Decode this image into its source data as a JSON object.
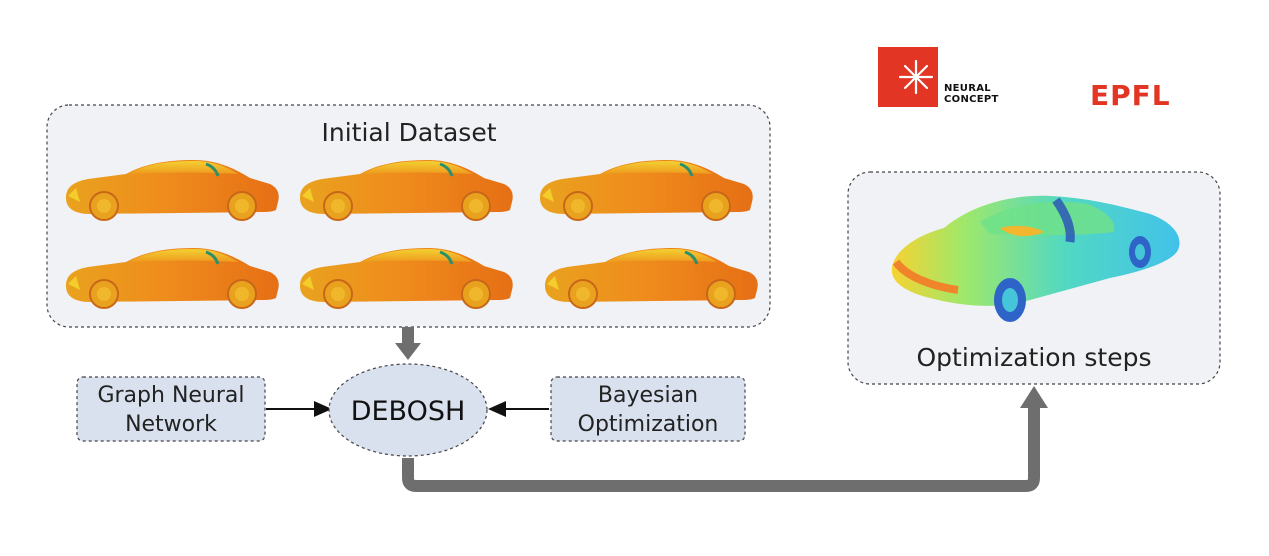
{
  "logos": {
    "neural_concept": "NEURAL\nCONCEPT",
    "epfl": "EPFL"
  },
  "initial_dataset": {
    "title": "Initial Dataset",
    "car_count": 6,
    "car_colors": "orange-yellow"
  },
  "left_input": {
    "label_line1": "Graph Neural",
    "label_line2": "Network"
  },
  "center_node": {
    "label": "DEBOSH"
  },
  "right_input": {
    "label_line1": "Bayesian",
    "label_line2": "Optimization"
  },
  "optimization_panel": {
    "title": "Optimization steps"
  },
  "colors": {
    "panel_bg": "#f1f2f6",
    "box_bg": "#d9e1ef",
    "arrow_gray": "#6e6e6e",
    "brand_red": "#e23524"
  }
}
